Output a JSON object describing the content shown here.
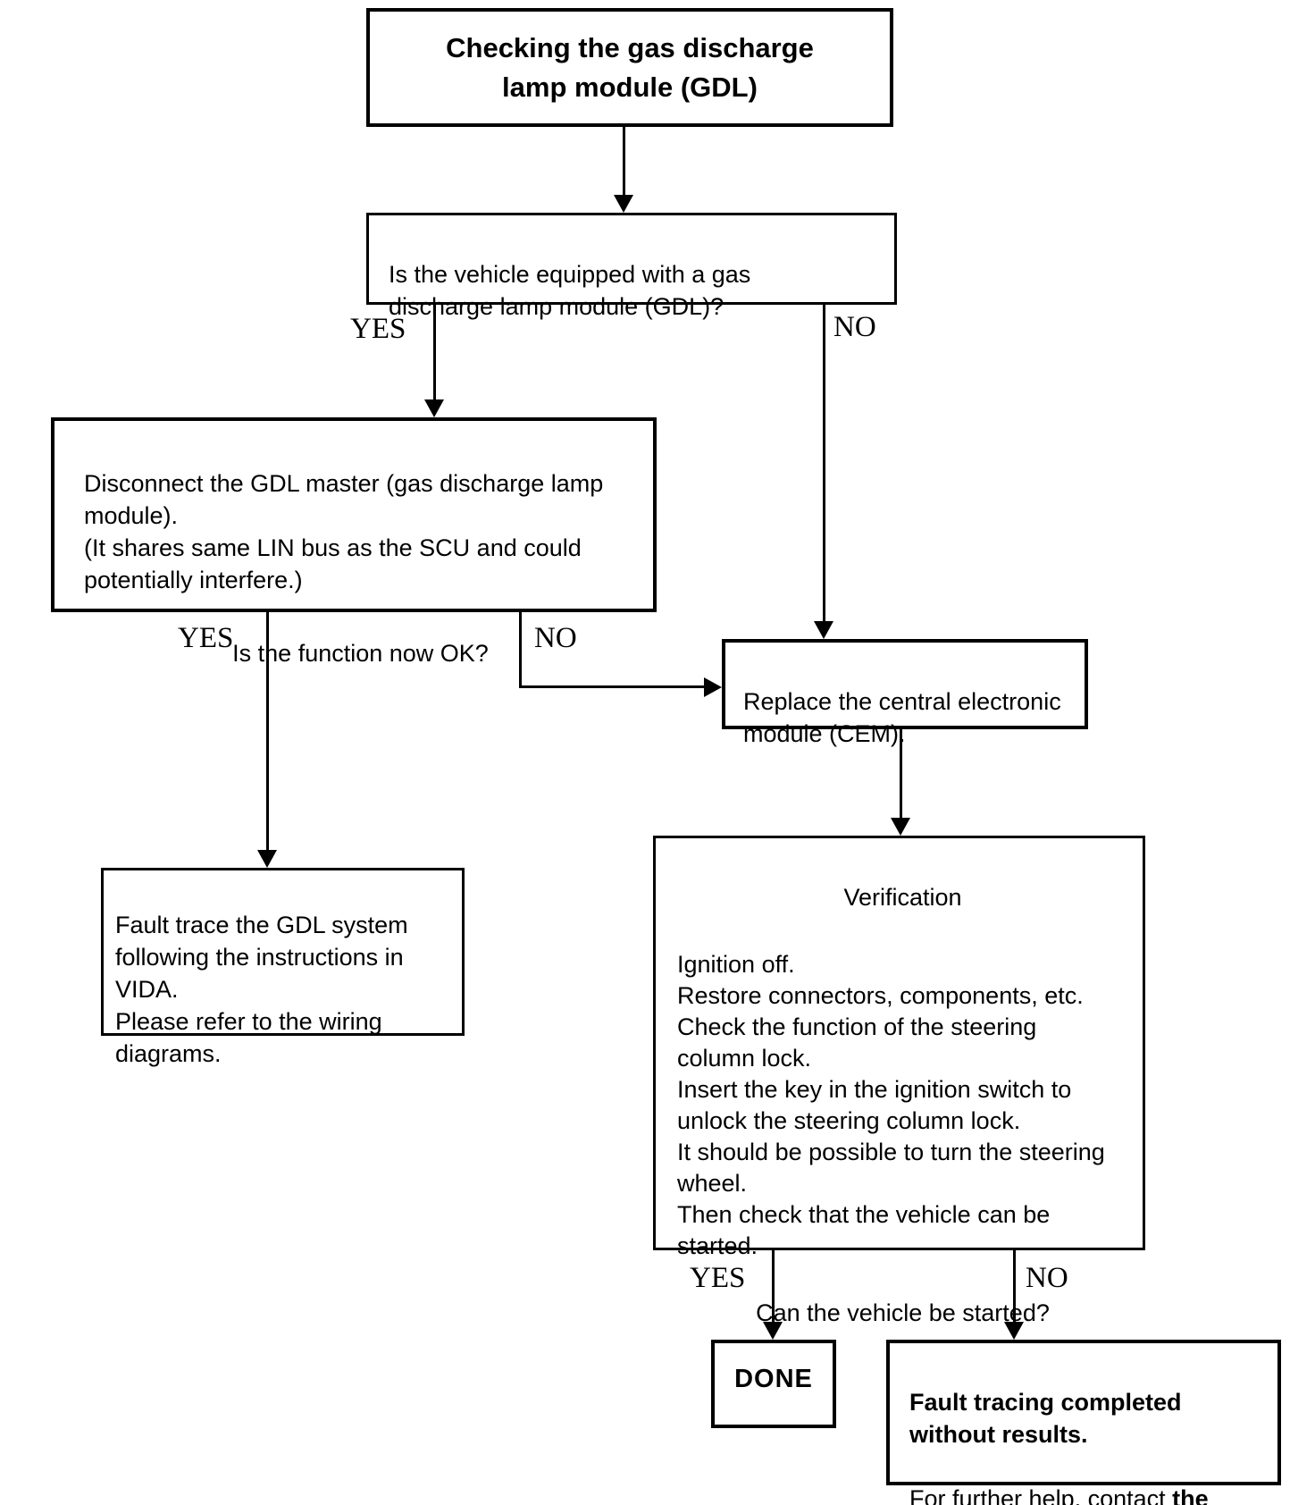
{
  "diagram": {
    "title": "Checking the gas discharge\nlamp module (GDL)",
    "nodes": {
      "q_equipped": {
        "text": "Is the vehicle equipped with a gas\ndischarge lamp module (GDL)?"
      },
      "disconnect": {
        "text": "Disconnect the GDL master (gas discharge lamp\nmodule).\n(It shares same LIN bus as the SCU and could\npotentially interfere.)",
        "question": "Is the function now OK?"
      },
      "fault_trace": {
        "text": "Fault trace the GDL system\nfollowing the instructions in\nVIDA.\nPlease refer to the wiring\ndiagrams."
      },
      "replace_cem": {
        "text": "Replace the central electronic\nmodule (CEM)."
      },
      "verification": {
        "title": "Verification",
        "body": "Ignition off.\nRestore connectors, components, etc.\nCheck the function of the steering\ncolumn lock.\nInsert the key in the ignition switch to\nunlock the steering column lock.\nIt should be possible to turn the steering\nwheel.\nThen check that the vehicle can be\nstarted.",
        "question": "Can the vehicle be started?"
      },
      "done": {
        "text": "DONE"
      },
      "final": {
        "bold_text": "Fault tracing completed\nwithout results.",
        "regular_prefix": "For further help, contact ",
        "bold_suffix": "the Technical Hotline",
        "period": "."
      }
    },
    "labels": {
      "yes1": "YES",
      "no1": "NO",
      "yes2": "YES",
      "no2": "NO",
      "yes3": "YES",
      "no3": "NO"
    },
    "colors": {
      "line": "#000000",
      "background": "#ffffff"
    }
  }
}
